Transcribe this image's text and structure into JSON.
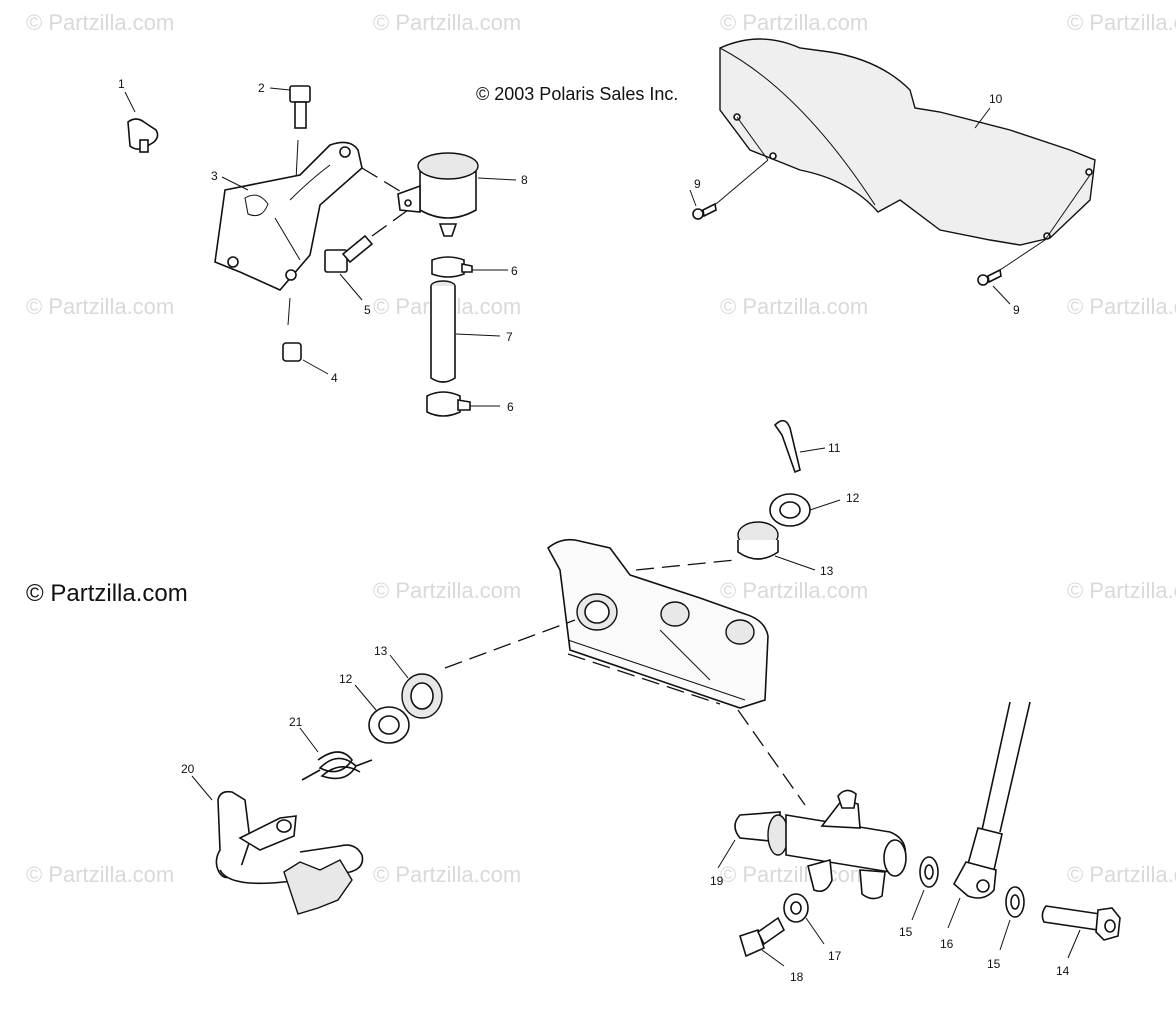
{
  "watermarks": [
    "© Partzilla.com",
    "© Partzilla.com",
    "© Partzilla.com",
    "© Partzilla.com",
    "© Partzilla.com",
    "© Partzilla.com",
    "© Partzilla.com",
    "© Partzilla.com",
    "© Partzilla.com",
    "© Partzilla.com",
    "© Partzilla.com",
    "© Partzilla.com",
    "© Partzilla.com",
    "© Partzilla.com",
    "© Partzilla.com"
  ],
  "copyright": "© 2003 Polaris Sales Inc.",
  "brand": "© Partzilla.com",
  "callouts": [
    {
      "label": "1"
    },
    {
      "label": "2"
    },
    {
      "label": "3"
    },
    {
      "label": "4"
    },
    {
      "label": "5"
    },
    {
      "label": "6"
    },
    {
      "label": "7"
    },
    {
      "label": "6"
    },
    {
      "label": "8"
    },
    {
      "label": "9"
    },
    {
      "label": "10"
    },
    {
      "label": "9"
    },
    {
      "label": "11"
    },
    {
      "label": "12"
    },
    {
      "label": "13"
    },
    {
      "label": "13"
    },
    {
      "label": "12"
    },
    {
      "label": "21"
    },
    {
      "label": "20"
    },
    {
      "label": "19"
    },
    {
      "label": "17"
    },
    {
      "label": "18"
    },
    {
      "label": "15"
    },
    {
      "label": "16"
    },
    {
      "label": "15"
    },
    {
      "label": "14"
    }
  ]
}
